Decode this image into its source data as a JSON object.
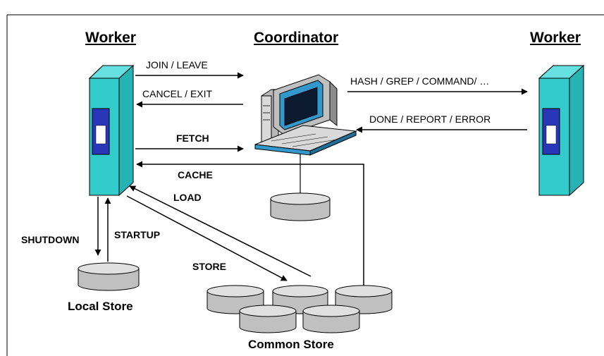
{
  "nodes": {
    "worker_left": "Worker",
    "coordinator": "Coordinator",
    "worker_right": "Worker"
  },
  "messages": {
    "join_leave": "JOIN / LEAVE",
    "cancel_exit": "CANCEL / EXIT",
    "fetch": "FETCH",
    "cache": "CACHE",
    "load": "LOAD",
    "store": "STORE",
    "shutdown": "SHUTDOWN",
    "startup": "STARTUP",
    "hash_grep_command": "HASH / GREP / COMMAND/ …",
    "done_report_error": "DONE / REPORT / ERROR"
  },
  "stores": {
    "local": "Local Store",
    "common": "Common Store"
  },
  "colors": {
    "worker_front": "#33cccc",
    "worker_side": "#1f9e9e",
    "worker_panel": "#2a36b8",
    "disk": "#c0c0c0",
    "monitor_screen": "#3399cc",
    "computer_body": "#d9d9d9"
  },
  "icons": {
    "worker": "server-tower-icon",
    "coordinator": "desktop-computer-icon",
    "disk": "database-cylinder-icon"
  }
}
